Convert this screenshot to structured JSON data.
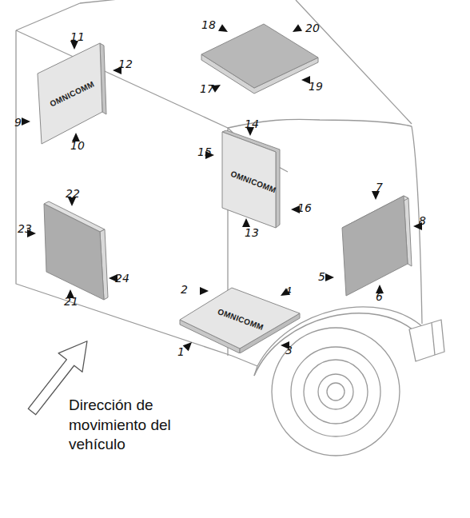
{
  "diagram": {
    "nodes": [
      {
        "text": [
          "OMNICOMM"
        ]
      },
      {
        "text": [
          "OMNICOMM"
        ]
      },
      {
        "text": [
          "OMNICOMM"
        ]
      }
    ],
    "labels": [
      "1",
      "2",
      "3",
      "4",
      "5",
      "6",
      "7",
      "8",
      "9",
      "10",
      "11",
      "12",
      "13",
      "14",
      "15",
      "16",
      "17",
      "18",
      "19",
      "20",
      "21",
      "22",
      "23",
      "24",
      "Dirección de movimiento del vehículo"
    ]
  }
}
